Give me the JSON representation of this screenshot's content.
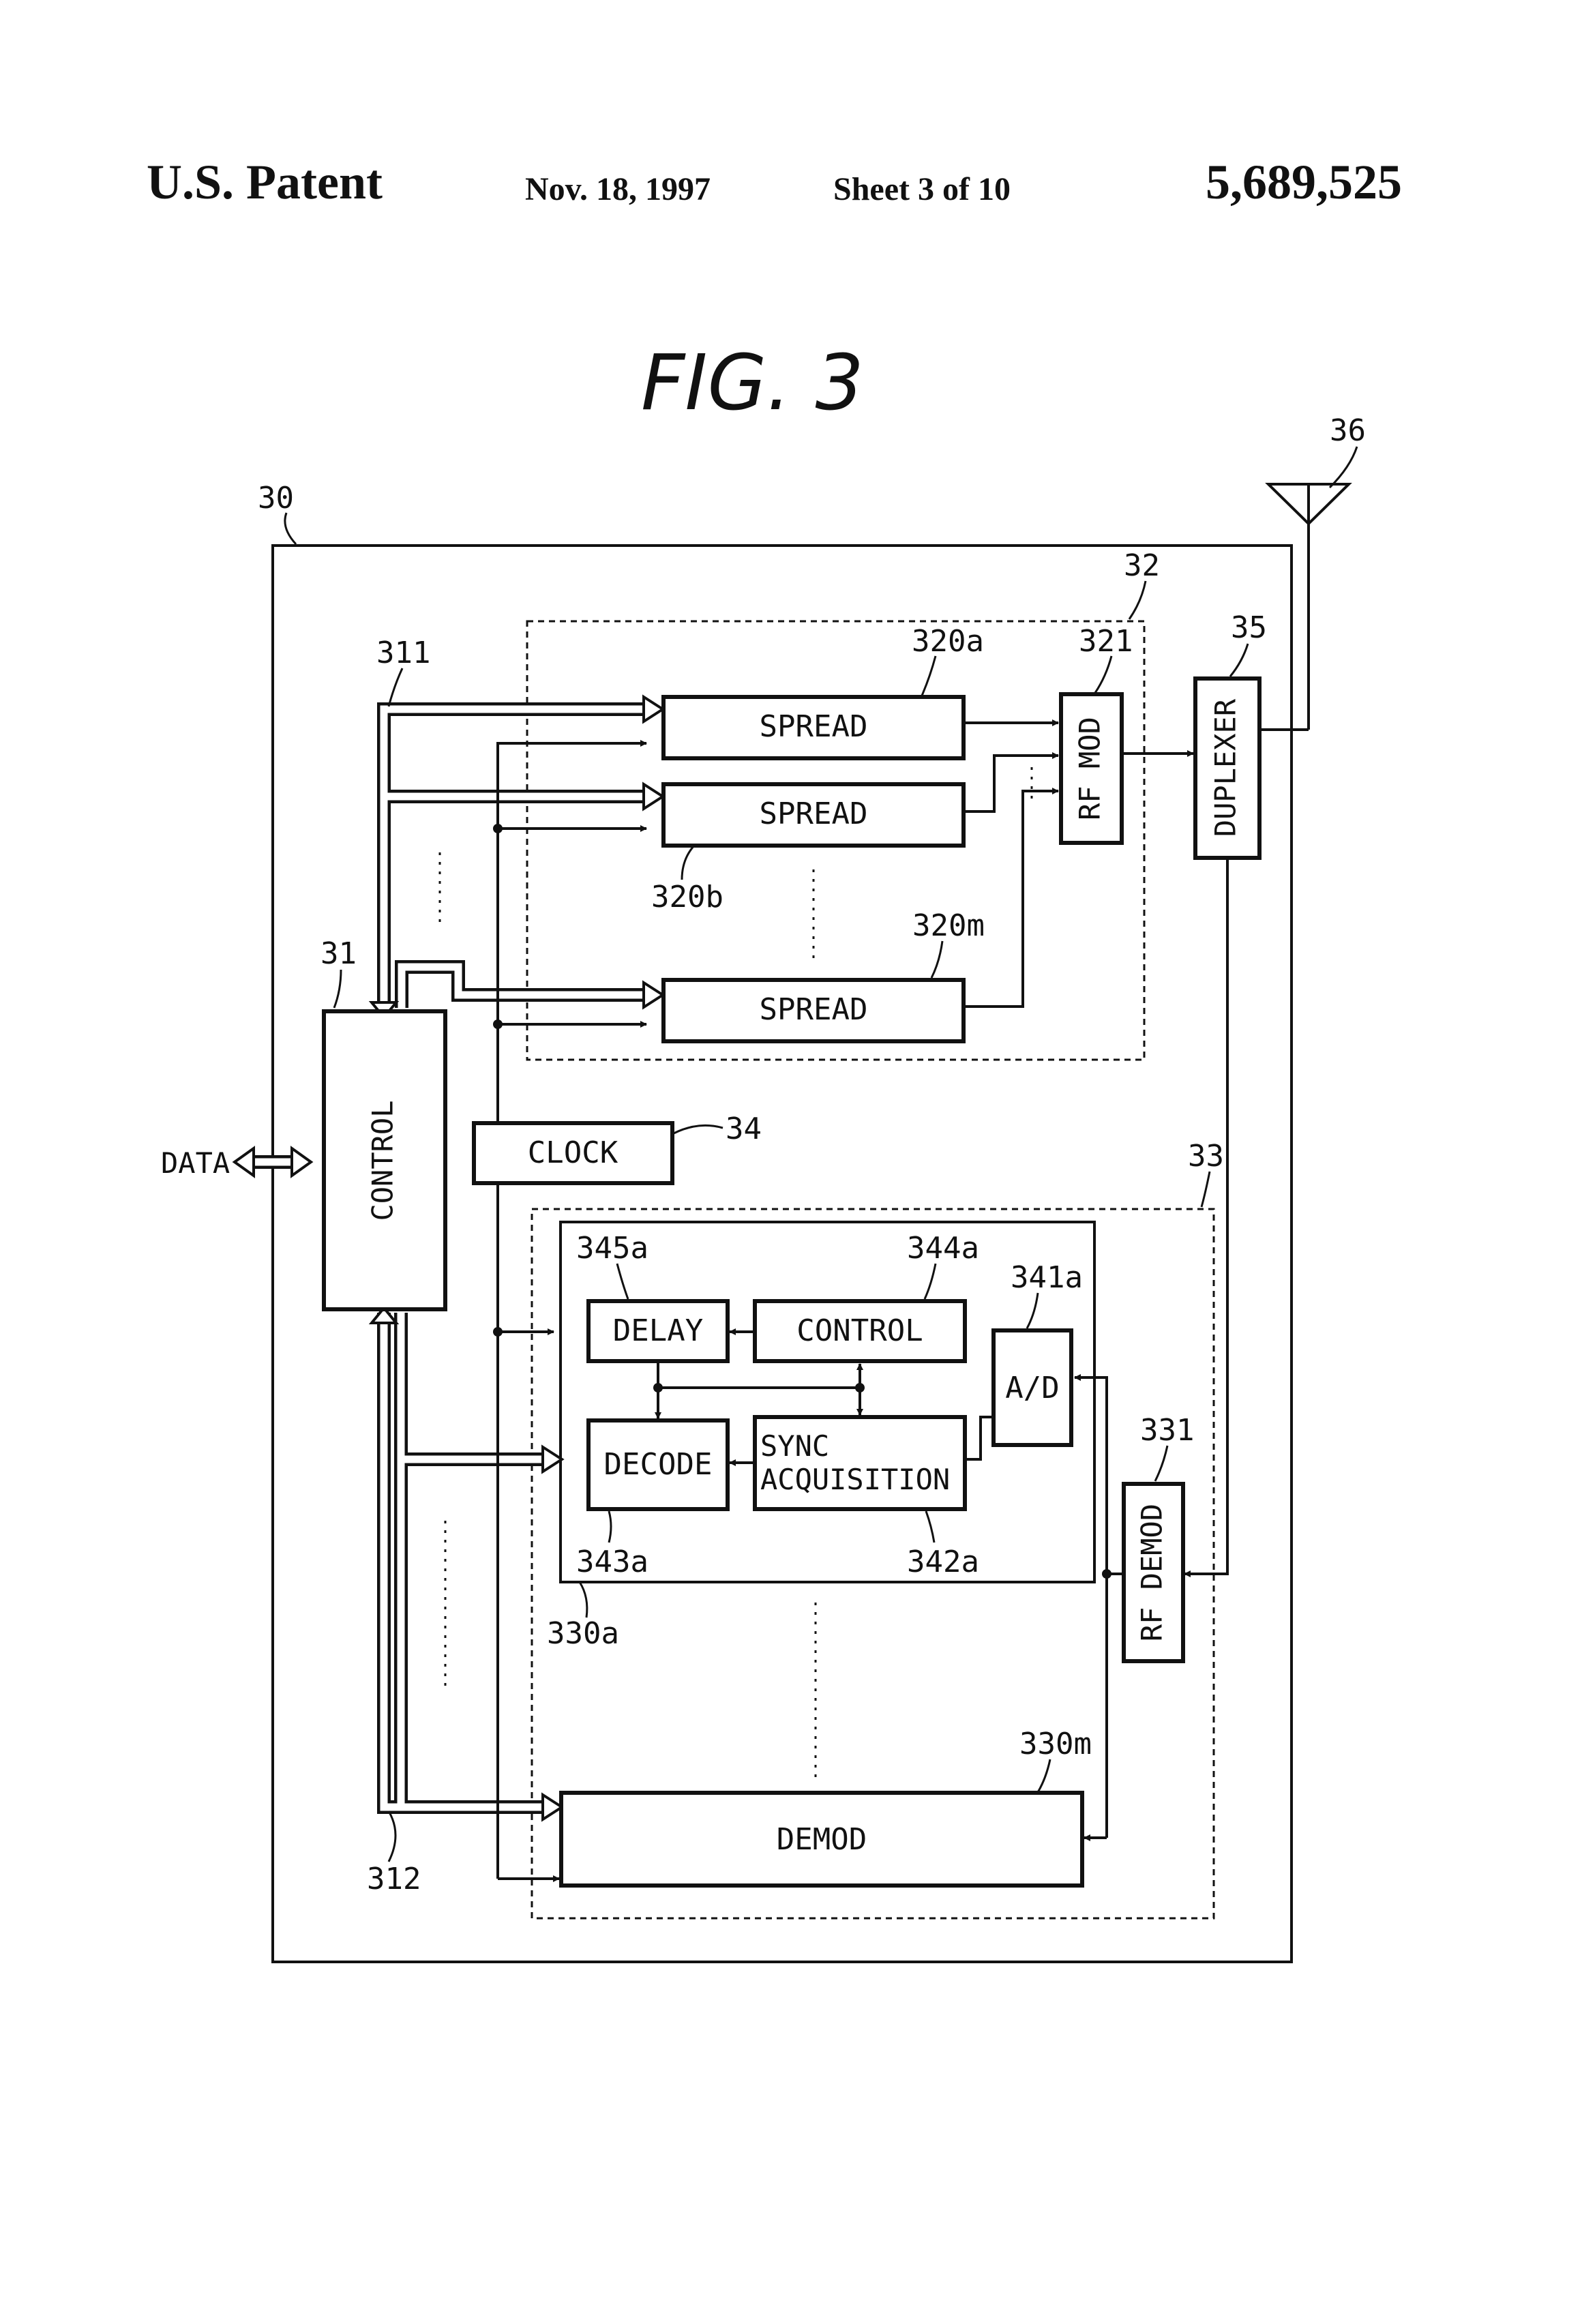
{
  "header": {
    "left": "U.S. Patent",
    "date": "Nov. 18, 1997",
    "sheet": "Sheet 3 of 10",
    "number": "5,689,525"
  },
  "figure": {
    "title": "FIG. 3",
    "refs": {
      "station": "30",
      "control": "31",
      "bus_in": "311",
      "bus_out": "312",
      "transmitter": "32",
      "receiver": "33",
      "clock": "34",
      "duplexer": "35",
      "antenna": "36",
      "spread_a": "320a",
      "spread_b": "320b",
      "spread_m": "320m",
      "rf_mod": "321",
      "rf_demod": "331",
      "demod_a": "330a",
      "demod_m": "330m",
      "ad": "341a",
      "sync": "342a",
      "decode": "343a",
      "ctrl_a": "344a",
      "delay": "345a"
    },
    "blocks": {
      "spread": "SPREAD",
      "rf_mod": "RF MOD",
      "duplexer": "DUPLEXER",
      "control": "CONTROL",
      "clock": "CLOCK",
      "delay": "DELAY",
      "control_a": "CONTROL",
      "ad": "A/D",
      "decode": "DECODE",
      "sync_1": "SYNC",
      "sync_2": "ACQUISITION",
      "rf_demod": "RF DEMOD",
      "demod": "DEMOD"
    },
    "io": {
      "data": "DATA"
    }
  }
}
